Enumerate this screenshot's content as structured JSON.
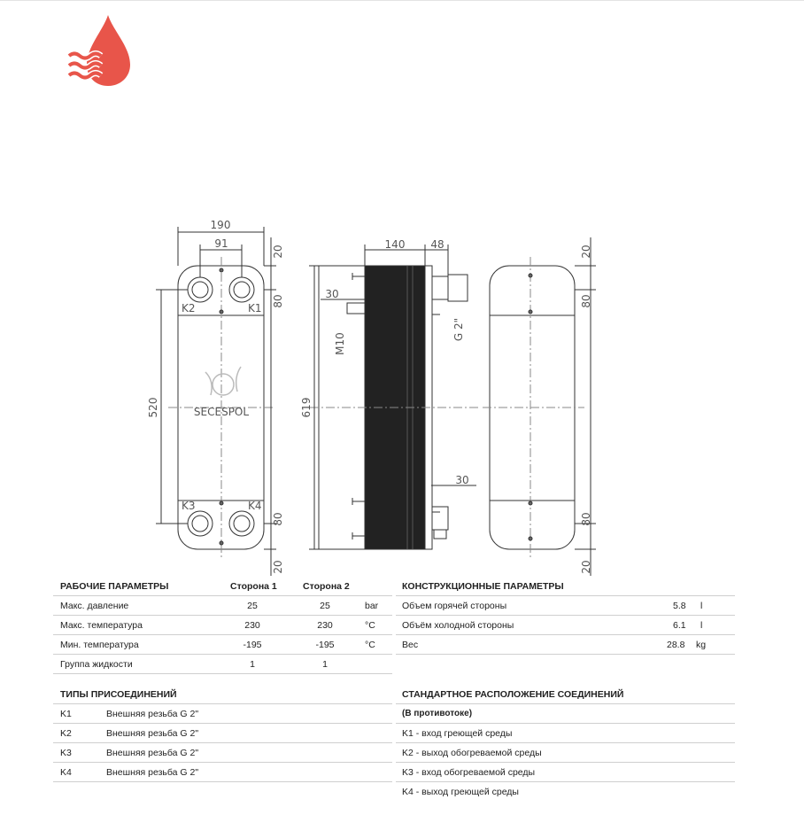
{
  "colors": {
    "brand": "#e8554a",
    "line": "#333333",
    "border": "#cfcfcf"
  },
  "logo": {
    "icon": "flame-drop-icon"
  },
  "drawing": {
    "dimensions": {
      "front_width": "190",
      "front_port_spacing": "91",
      "front_top_offset": "20",
      "front_top_port": "80",
      "front_port_center": "520",
      "front_bottom_port": "80",
      "front_bottom_offset": "20",
      "side_depth": "140",
      "side_connection": "48",
      "side_bracket": "30",
      "side_m10": "M10",
      "side_thread": "G 2\"",
      "side_height": "619",
      "side_bottom_bracket": "30",
      "back_top_offset": "20",
      "back_top_port": "80",
      "back_bottom_port": "80",
      "back_bottom_offset": "20"
    },
    "port_labels": {
      "k1": "K1",
      "k2": "K2",
      "k3": "K3",
      "k4": "K4"
    },
    "brand_mark": "SECESPOL"
  },
  "operating": {
    "title": "РАБОЧИЕ ПАРАМЕТРЫ",
    "col1": "Сторона 1",
    "col2": "Сторона 2",
    "rows": [
      {
        "label": "Макс. давление",
        "v1": "25",
        "v2": "25",
        "unit": "bar"
      },
      {
        "label": "Макс. температура",
        "v1": "230",
        "v2": "230",
        "unit": "°C"
      },
      {
        "label": "Мин. температура",
        "v1": "-195",
        "v2": "-195",
        "unit": "°C"
      },
      {
        "label": "Группа жидкости",
        "v1": "1",
        "v2": "1",
        "unit": ""
      }
    ]
  },
  "construction": {
    "title": "КОНСТРУКЦИОННЫЕ ПАРАМЕТРЫ",
    "rows": [
      {
        "label": "Объем горячей стороны",
        "value": "5.8",
        "unit": "l"
      },
      {
        "label": "Объём холодной стороны",
        "value": "6.1",
        "unit": "l"
      },
      {
        "label": "Вес",
        "value": "28.8",
        "unit": "kg"
      }
    ]
  },
  "connections": {
    "title": "ТИПЫ ПРИСОЕДИНЕНИЙ",
    "rows": [
      {
        "id": "K1",
        "desc": "Внешняя резьба G 2\""
      },
      {
        "id": "K2",
        "desc": "Внешняя резьба G 2\""
      },
      {
        "id": "K3",
        "desc": "Внешняя резьба G 2\""
      },
      {
        "id": "K4",
        "desc": "Внешняя резьба G 2\""
      }
    ]
  },
  "standard": {
    "title": "СТАНДАРТНОЕ РАСПОЛОЖЕНИЕ СОЕДИНЕНИЙ",
    "subtitle": "(В противотоке)",
    "rows": [
      "K1 - вход греющей среды",
      "K2 - выход обогреваемой среды",
      "K3 - вход обогреваемой среды",
      "K4 - выход греющей среды"
    ]
  }
}
